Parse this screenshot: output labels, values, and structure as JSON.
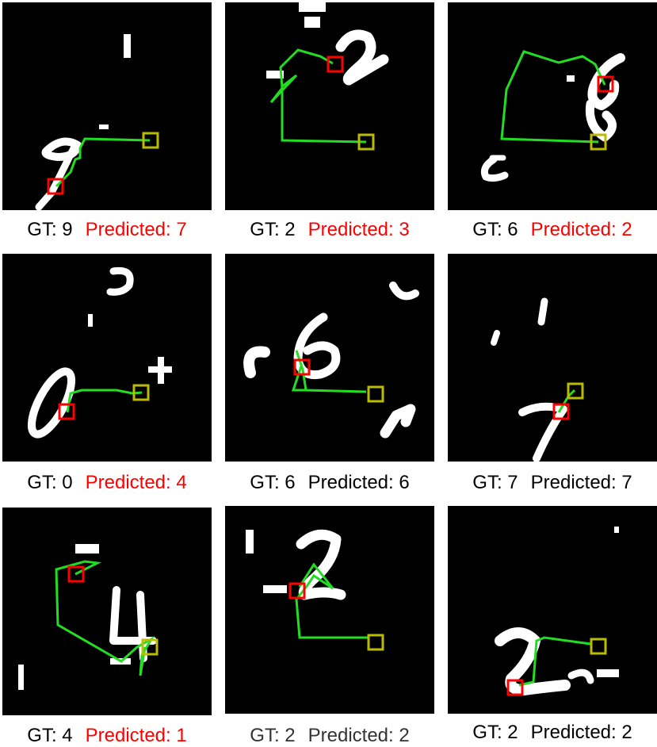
{
  "colors": {
    "wrong": "#ff0000",
    "correct": "#000000",
    "path": "#22dd22",
    "start_box": "#bbbb00",
    "end_box": "#ff0000",
    "digit": "#ffffff",
    "panel_bg": "#000000"
  },
  "panels": [
    {
      "gt_text": "GT: 9",
      "pred_text": "Predicted: 7",
      "correct": false
    },
    {
      "gt_text": "GT: 2",
      "pred_text": "Predicted: 3",
      "correct": false
    },
    {
      "gt_text": "GT: 6",
      "pred_text": "Predicted: 2",
      "correct": false
    },
    {
      "gt_text": "GT: 0",
      "pred_text": "Predicted: 4",
      "correct": false
    },
    {
      "gt_text": "GT: 6",
      "pred_text": "Predicted: 6",
      "correct": true
    },
    {
      "gt_text": "GT: 7",
      "pred_text": "Predicted: 7",
      "correct": true
    },
    {
      "gt_text": "GT: 4",
      "pred_text": "Predicted: 1",
      "correct": false
    },
    {
      "gt_text": "GT: 2",
      "pred_text": "Predicted: 2",
      "correct": true
    },
    {
      "gt_text": "GT: 2",
      "pred_text": "Predicted: 2",
      "correct": true
    }
  ]
}
